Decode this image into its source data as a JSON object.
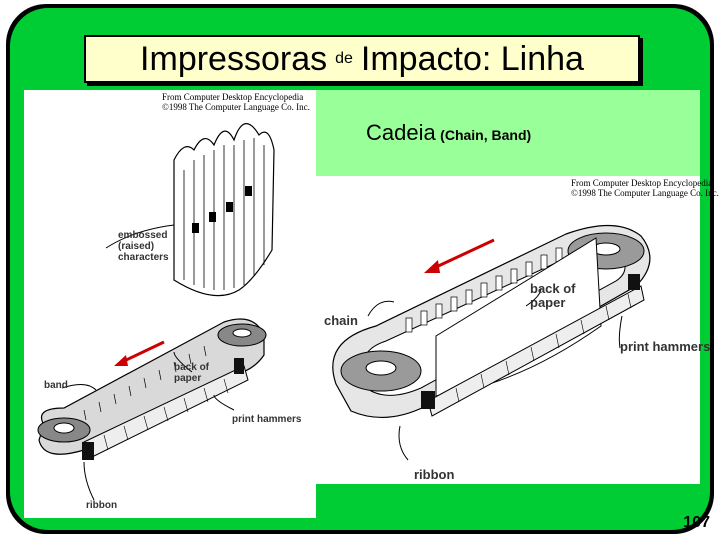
{
  "slide": {
    "title_part1": "Impressoras",
    "title_de": "de",
    "title_part2": "Impacto: Linha",
    "subtitle_main": "Cadeia",
    "subtitle_paren": "(Chain, Band)",
    "page_number": "107",
    "colors": {
      "background": "#00cc33",
      "title_fill": "#ffffcc",
      "border": "#000000",
      "right_panel": "#99ff99"
    }
  },
  "left_figure": {
    "copyright_line1": "From Computer Desktop Encyclopedia",
    "copyright_line2": "©1998 The Computer Language Co. Inc.",
    "label_embossed": "embossed\n(raised)\ncharacters",
    "label_band": "band",
    "label_back_of_paper": "back of\npaper",
    "label_print_hammers": "print hammers",
    "label_ribbon": "ribbon"
  },
  "right_figure": {
    "copyright_line1": "From Computer Desktop Encyclopedia",
    "copyright_line2": "©1998 The Computer Language Co. Inc.",
    "label_chain": "chain",
    "label_back_of_paper": "back of\npaper",
    "label_print_hammers": "print hammers",
    "label_ribbon": "ribbon"
  }
}
